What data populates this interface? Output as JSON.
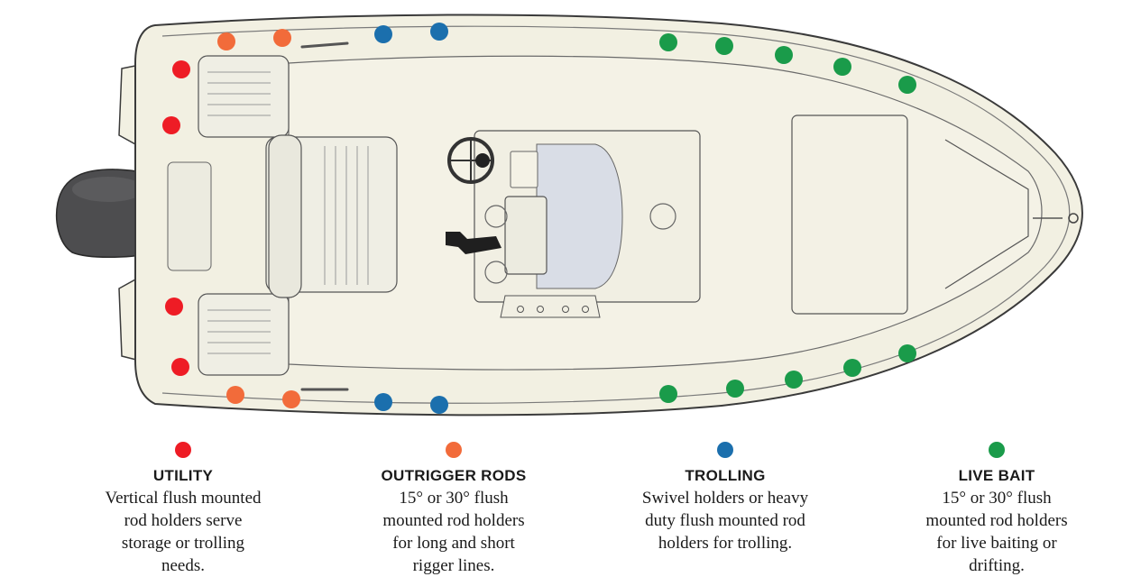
{
  "colors": {
    "hull": "#f2f0e2",
    "outline": "#3a3a3a",
    "engine": "#4a4a4a",
    "utility": "#ee1c25",
    "outrigger": "#f26b3a",
    "trolling": "#1b6fad",
    "live_bait": "#1a9b4a"
  },
  "legend": [
    {
      "key": "utility",
      "title": "UTILITY",
      "lines": [
        "Vertical flush mounted",
        "rod holders serve",
        "storage or trolling",
        "needs."
      ]
    },
    {
      "key": "outrigger",
      "title": "OUTRIGGER RODS",
      "lines": [
        "15° or 30° flush",
        "mounted rod holders",
        "for long and short",
        "rigger lines."
      ]
    },
    {
      "key": "trolling",
      "title": "TROLLING",
      "lines": [
        "Swivel holders or heavy",
        "duty flush mounted rod",
        "holders for trolling."
      ]
    },
    {
      "key": "live_bait",
      "title": "LIVE BAIT",
      "lines": [
        "15° or 30° flush",
        "mounted rod holders",
        "for live baiting or",
        "drifting."
      ]
    }
  ]
}
